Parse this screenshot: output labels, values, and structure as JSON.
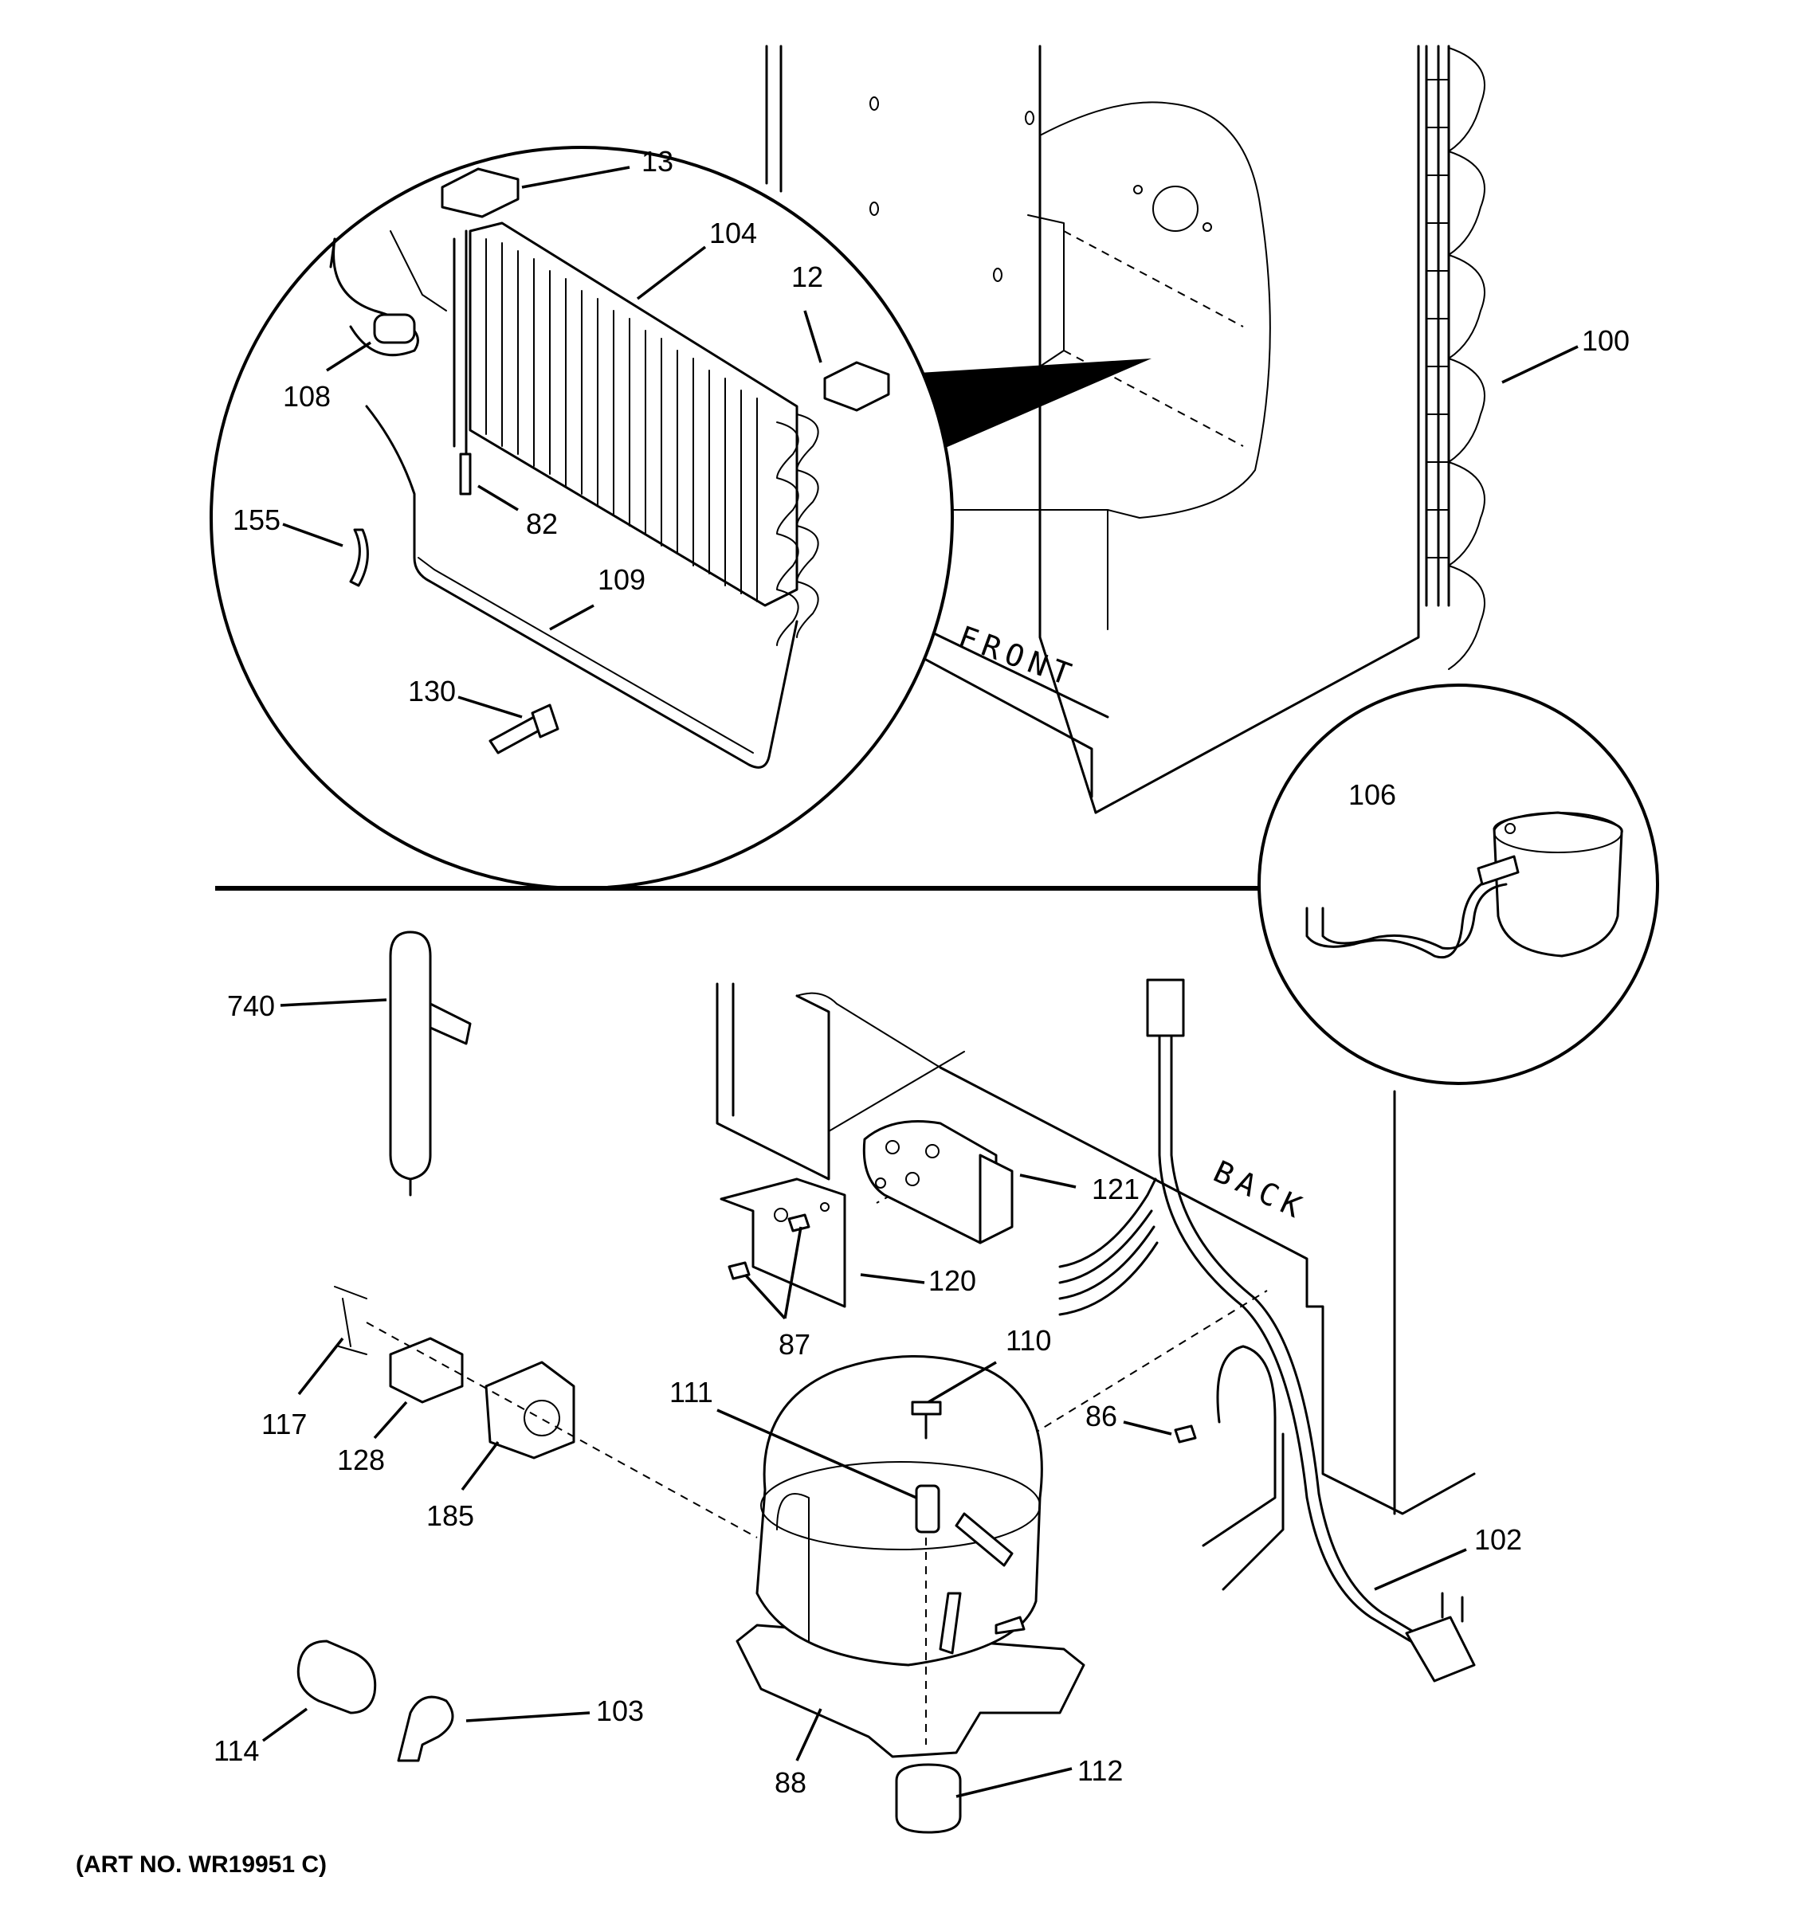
{
  "art_number": "(ART NO. WR19951 C)",
  "orientation_labels": {
    "front": "FRONT",
    "back": "BACK"
  },
  "part_labels": {
    "p13": "13",
    "p104": "104",
    "p12": "12",
    "p100": "100",
    "p108": "108",
    "p82": "82",
    "p155": "155",
    "p109": "109",
    "p130": "130",
    "p106": "106",
    "p740": "740",
    "p121": "121",
    "p120": "120",
    "p87": "87",
    "p110": "110",
    "p111": "111",
    "p86": "86",
    "p117": "117",
    "p128": "128",
    "p185": "185",
    "p102": "102",
    "p114": "114",
    "p103": "103",
    "p88": "88",
    "p112": "112"
  }
}
